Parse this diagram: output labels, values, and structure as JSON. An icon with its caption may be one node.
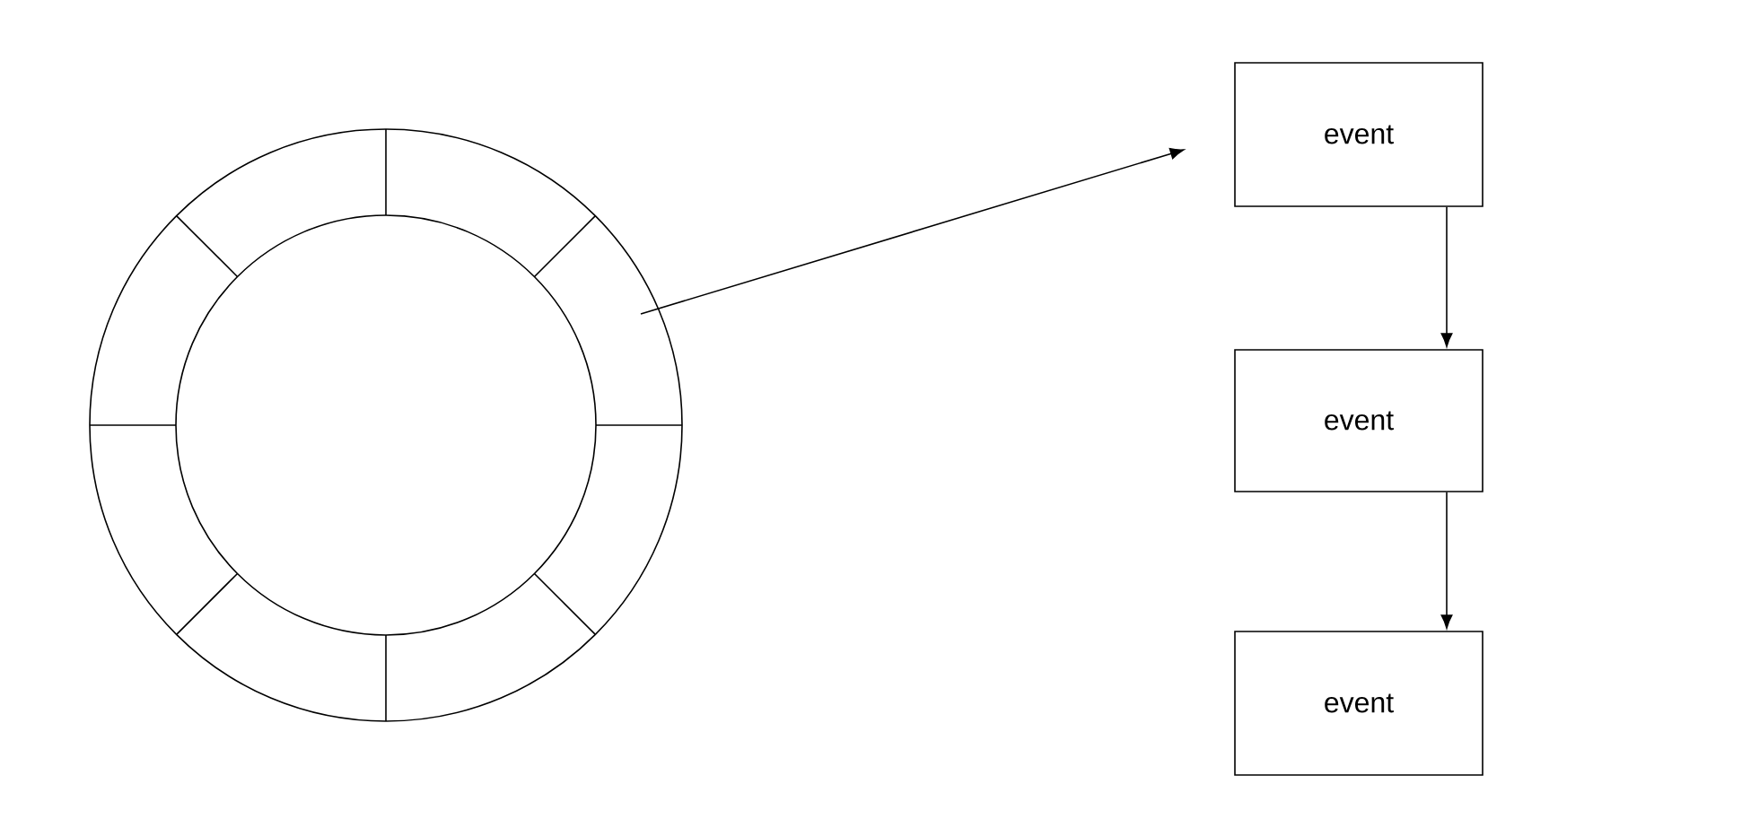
{
  "diagram": {
    "nodes": [
      {
        "text": [],
        "shape": "circle"
      },
      {
        "text": [
          "event"
        ]
      },
      {
        "text": [
          "event"
        ]
      },
      {
        "text": [
          "event"
        ]
      }
    ],
    "edges": [
      {
        "from": 0,
        "to": 1,
        "arrow": "to"
      },
      {
        "from": 1,
        "to": 2,
        "arrow": "to"
      },
      {
        "from": 2,
        "to": 3,
        "arrow": "to"
      }
    ]
  }
}
